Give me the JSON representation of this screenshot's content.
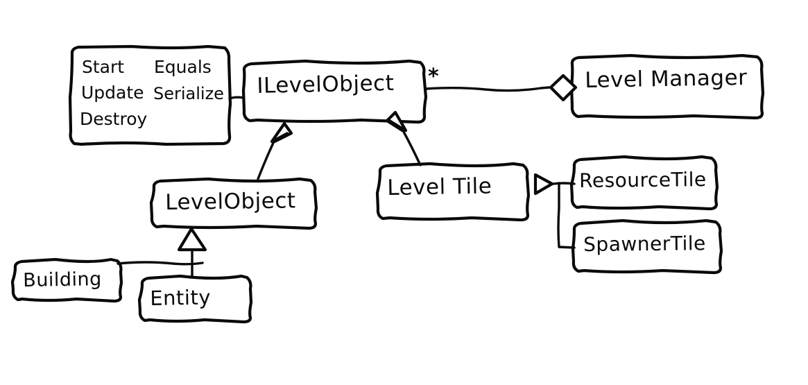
{
  "diagram": {
    "kind": "uml-class-diagram",
    "style": "hand-drawn-whiteboard",
    "ink_color": "#0a0a0a",
    "background_color": "#ffffff",
    "note": {
      "name": "ilevelobject-members-note",
      "column_left": [
        "Start",
        "Update",
        "Destroy"
      ],
      "column_right": [
        "Equals",
        "Serialize"
      ],
      "lines": [
        {
          "left": "Start",
          "right": "Equals"
        },
        {
          "left": "Update",
          "right": "Serialize"
        },
        {
          "left": "Destroy",
          "right": ""
        }
      ]
    },
    "classes": [
      {
        "id": "ilevelobject",
        "label": "ILevelObject"
      },
      {
        "id": "levelmanager",
        "label": "Level Manager"
      },
      {
        "id": "levelobject",
        "label": "LevelObject"
      },
      {
        "id": "leveltile",
        "label": "Level Tile"
      },
      {
        "id": "resourcetile",
        "label": "ResourceTile"
      },
      {
        "id": "spawnertile",
        "label": "SpawnerTile"
      },
      {
        "id": "building",
        "label": "Building"
      },
      {
        "id": "entity",
        "label": "Entity"
      }
    ],
    "multiplicity": {
      "ilevelobject_to_levelmanager": "*"
    },
    "relationships": [
      {
        "from": "ilevelobject",
        "to": "levelmanager",
        "type": "aggregation",
        "marker": "hollow-diamond",
        "label": "*"
      },
      {
        "from": "levelobject",
        "to": "ilevelobject",
        "type": "realization",
        "marker": "hollow-triangle"
      },
      {
        "from": "leveltile",
        "to": "ilevelobject",
        "type": "realization",
        "marker": "hollow-triangle"
      },
      {
        "from": "resourcetile",
        "to": "leveltile",
        "type": "generalization",
        "marker": "hollow-triangle"
      },
      {
        "from": "spawnertile",
        "to": "leveltile",
        "type": "generalization",
        "marker": "hollow-triangle"
      },
      {
        "from": "building",
        "to": "levelobject",
        "type": "generalization",
        "marker": "hollow-triangle"
      },
      {
        "from": "entity",
        "to": "levelobject",
        "type": "generalization",
        "marker": "hollow-triangle"
      },
      {
        "from": "note",
        "to": "ilevelobject",
        "type": "note-anchor",
        "marker": "none"
      }
    ]
  }
}
